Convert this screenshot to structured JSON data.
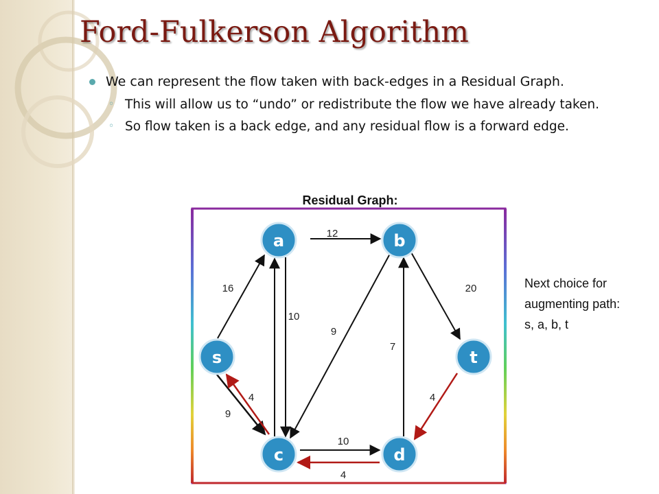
{
  "slide": {
    "title": "Ford-Fulkerson Algorithm",
    "bullets": [
      {
        "text": "We can represent the flow taken with back-edges in a Residual Graph.",
        "sub": [
          "This will allow us to “undo” or redistribute the flow we have already taken.",
          "So flow taken is a back edge, and any residual flow is a forward edge."
        ]
      }
    ],
    "sub_marker": "◦"
  },
  "diagram": {
    "heading": "Residual Graph:",
    "nodes": {
      "a": "a",
      "b": "b",
      "s": "s",
      "t": "t",
      "c": "c",
      "d": "d"
    },
    "edge_labels": {
      "a_b": "12",
      "s_a": "16",
      "b_t": "20",
      "a_c": "10",
      "b_c": "9",
      "d_b": "7",
      "c_s": "4",
      "s_c": "9",
      "t_d": "4",
      "c_d": "10",
      "d_c": "4"
    },
    "colors": {
      "node_fill": "#2e8fc4",
      "forward_edge": "#111111",
      "back_edge": "#b11a16",
      "title": "#7a1a12",
      "bullet": "#5aa9ad"
    }
  },
  "note": {
    "lines": [
      "Next choice for",
      "augmenting path:",
      "s, a, b, t"
    ]
  }
}
